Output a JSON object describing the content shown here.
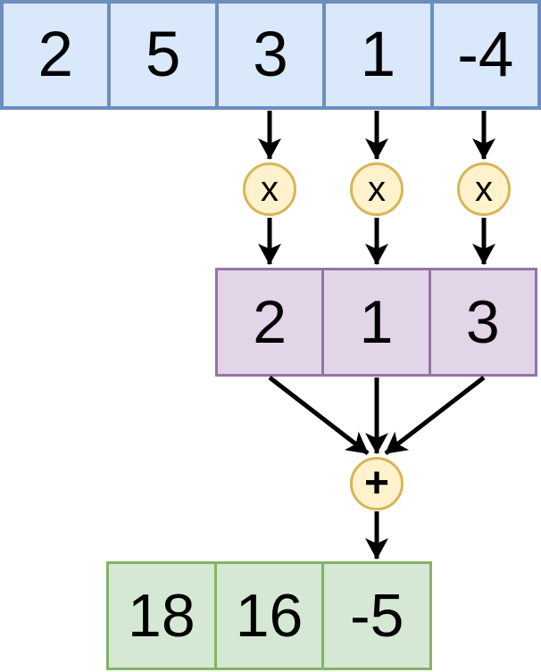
{
  "diagram": {
    "input_row": {
      "cells": [
        "2",
        "5",
        "3",
        "1",
        "-4"
      ]
    },
    "kernel_row": {
      "cells": [
        "2",
        "1",
        "3"
      ]
    },
    "output_row": {
      "cells": [
        "18",
        "16",
        "-5"
      ]
    },
    "multiply_symbol": "x",
    "add_symbol": "+",
    "colors": {
      "input_fill": "#DAE8FC",
      "input_border": "#6C8EBF",
      "kernel_fill": "#E1D5E7",
      "kernel_border": "#9673A6",
      "output_fill": "#D5E8D4",
      "output_border": "#82B366",
      "operator_fill": "#FFF2CC",
      "operator_border": "#D6B656",
      "arrow": "#000000",
      "text": "#000000"
    }
  }
}
